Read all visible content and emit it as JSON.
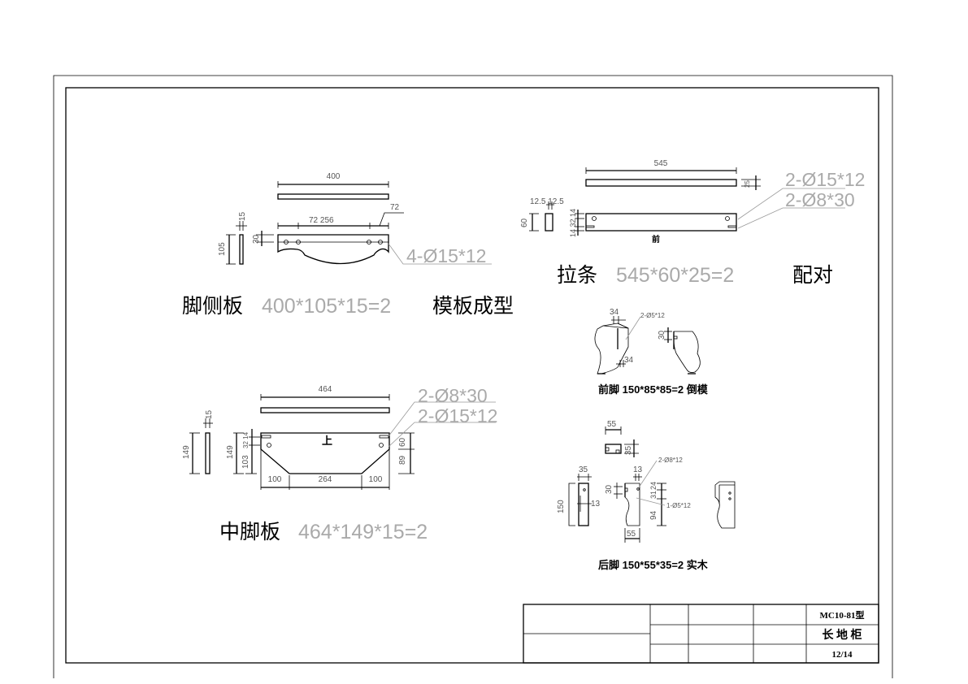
{
  "title_block": {
    "model": "MC10-81型",
    "name": "长 地 柜",
    "sheet": "12/14"
  },
  "part_side_panel": {
    "name": "脚侧板",
    "spec": "400*105*15=2",
    "note": "模板成型",
    "dims": {
      "length": "400",
      "d72_256": "72  256",
      "d72": "72",
      "height": "105",
      "thick": "15",
      "d30": "30"
    },
    "hole_note": "4-Ø15*12"
  },
  "part_stretcher": {
    "name": "拉条",
    "spec": "545*60*25=2",
    "note": "配对",
    "front_label": "前",
    "dims": {
      "length": "545",
      "thick": "25",
      "height": "60",
      "side": "12.5 12.5",
      "v": "14 32 14"
    },
    "hole_note_1": "2-Ø15*12",
    "hole_note_2": "2-Ø8*30"
  },
  "part_front_leg": {
    "label": "前脚 150*85*85=2 倒模",
    "dims": {
      "a": "34",
      "b": "34",
      "c": "30"
    },
    "hole_note": "2-Ø5*12"
  },
  "part_rear_leg": {
    "label": "后脚  150*55*35=2  实木",
    "dims": {
      "w55": "55",
      "d35": "35",
      "h35": "35",
      "h150": "150",
      "d13": "13",
      "d13b": "13",
      "d30": "30",
      "d24": "24",
      "d31": "31",
      "d94": "94",
      "b55": "55"
    },
    "hole_note_1": "2-Ø8*12",
    "hole_note_2": "1-Ø5*12"
  },
  "part_mid_panel": {
    "name": "中脚板",
    "spec": "464*149*15=2",
    "top_label": "上",
    "dims": {
      "length": "464",
      "thick": "15",
      "h149": "149",
      "h149b": "149",
      "d103": "103",
      "d32_14": "32 14",
      "d60": "60",
      "d89": "89",
      "d100a": "100",
      "d264": "264",
      "d100b": "100"
    },
    "hole_note_1": "2-Ø8*30",
    "hole_note_2": "2-Ø15*12"
  }
}
